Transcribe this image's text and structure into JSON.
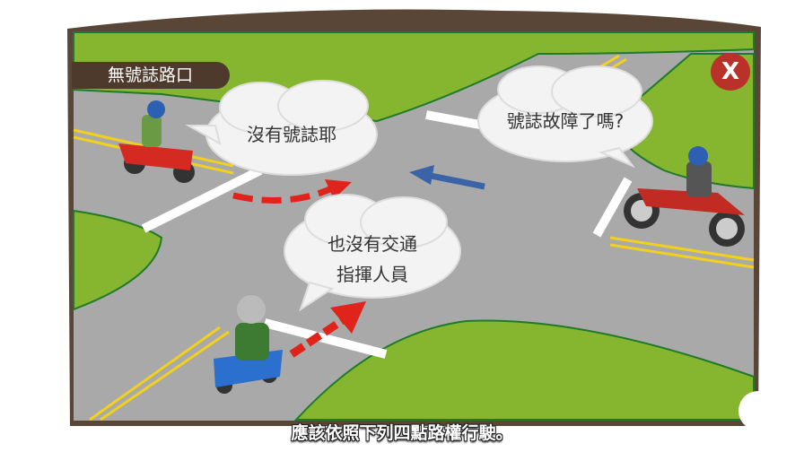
{
  "header": {
    "title": "無號誌路口",
    "close_label": "X"
  },
  "bubbles": {
    "left": "沒有號誌耶",
    "right": "號誌故障了嗎?",
    "center_line1": "也沒有交通",
    "center_line2": "指揮人員"
  },
  "subtitle": "應該依照下列四點路權行駛。",
  "colors": {
    "frame": "#5a4636",
    "grass": "#86b52f",
    "road": "#a9a9aa",
    "close": "#b8322a",
    "arrow_red": "#e0241b",
    "arrow_blue": "#3a63a8"
  }
}
